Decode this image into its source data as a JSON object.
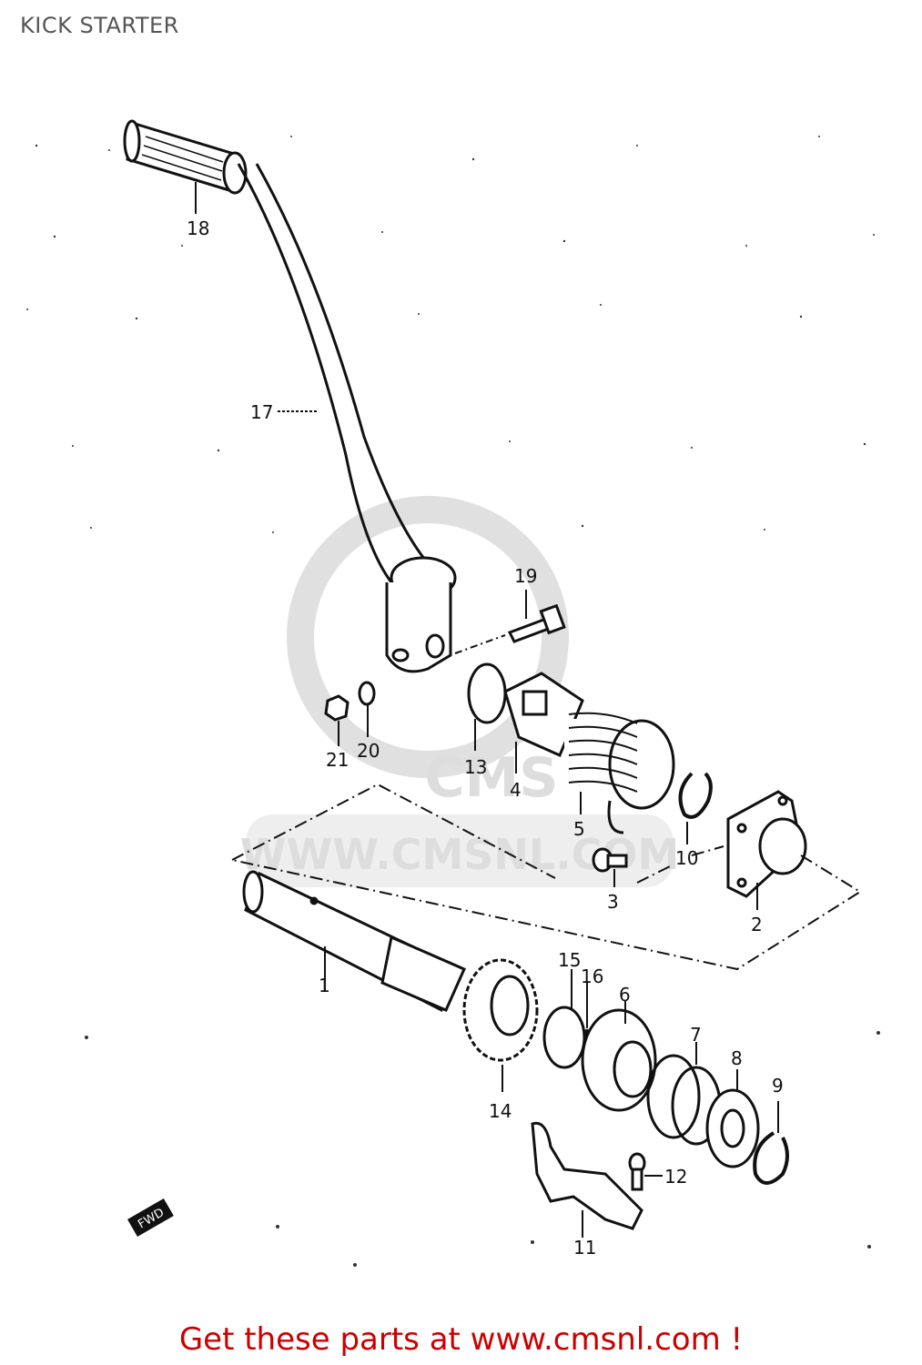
{
  "header": {
    "title": "KICK STARTER"
  },
  "footer": {
    "cta_text": "Get these parts at www.cmsnl.com !"
  },
  "watermark": {
    "text": "WWW.CMSNL.COM",
    "logo_text": "CMS"
  },
  "diagram": {
    "orientation_badge": "FWD",
    "callouts": [
      {
        "id": "1",
        "label": "1"
      },
      {
        "id": "2",
        "label": "2"
      },
      {
        "id": "3",
        "label": "3"
      },
      {
        "id": "4",
        "label": "4"
      },
      {
        "id": "5",
        "label": "5"
      },
      {
        "id": "6",
        "label": "6"
      },
      {
        "id": "7",
        "label": "7"
      },
      {
        "id": "8",
        "label": "8"
      },
      {
        "id": "9",
        "label": "9"
      },
      {
        "id": "10",
        "label": "10"
      },
      {
        "id": "11",
        "label": "11"
      },
      {
        "id": "12",
        "label": "12"
      },
      {
        "id": "13",
        "label": "13"
      },
      {
        "id": "14",
        "label": "14"
      },
      {
        "id": "15",
        "label": "15"
      },
      {
        "id": "16",
        "label": "16"
      },
      {
        "id": "17",
        "label": "17"
      },
      {
        "id": "18",
        "label": "18"
      },
      {
        "id": "19",
        "label": "19"
      },
      {
        "id": "20",
        "label": "20"
      },
      {
        "id": "21",
        "label": "21"
      }
    ]
  }
}
